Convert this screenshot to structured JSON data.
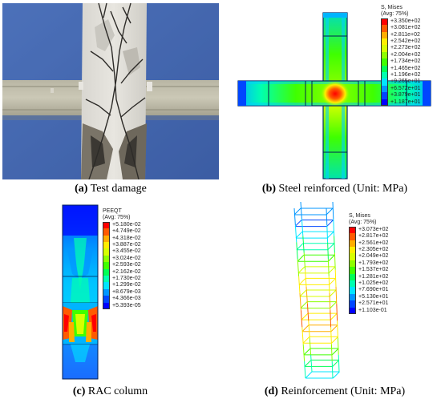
{
  "panels": [
    {
      "id": "a",
      "caption_label": "(a)",
      "caption_text": " Test damage"
    },
    {
      "id": "b",
      "caption_label": "(b)",
      "caption_text": " Steel reinforced (Unit: MPa)",
      "legend": {
        "title_lines": [
          "S, Mises",
          "(Avg: 75%)"
        ],
        "values": [
          "+3.350e+02",
          "+3.081e+02",
          "+2.811e+02",
          "+2.542e+02",
          "+2.273e+02",
          "+2.004e+02",
          "+1.734e+02",
          "+1.465e+02",
          "+1.196e+02",
          "+9.265e+01",
          "+6.572e+01",
          "+3.879e+01",
          "+1.187e+01"
        ]
      }
    },
    {
      "id": "c",
      "caption_label": "(c)",
      "caption_text": " RAC column",
      "legend": {
        "title_lines": [
          "PEEQT",
          "(Avg: 75%)"
        ],
        "values": [
          "+5.180e-02",
          "+4.749e-02",
          "+4.318e-02",
          "+3.887e-02",
          "+3.455e-02",
          "+3.024e-02",
          "+2.593e-02",
          "+2.162e-02",
          "+1.730e-02",
          "+1.299e-02",
          "+8.679e-03",
          "+4.366e-03",
          "+5.393e-05"
        ]
      }
    },
    {
      "id": "d",
      "caption_label": "(d)",
      "caption_text": " Reinforcement (Unit: MPa)",
      "legend": {
        "title_lines": [
          "S, Mises",
          "(Avg: 75%)"
        ],
        "values": [
          "+3.073e+02",
          "+2.817e+02",
          "+2.561e+02",
          "+2.305e+02",
          "+2.049e+02",
          "+1.793e+02",
          "+1.537e+02",
          "+1.281e+02",
          "+1.025e+02",
          "+7.690e+01",
          "+5.130e+01",
          "+2.571e+01",
          "+1.103e-01"
        ]
      }
    }
  ],
  "colormap": [
    "#ff0000",
    "#ff5a00",
    "#ffad00",
    "#ffee00",
    "#d7ff00",
    "#8dff00",
    "#3fff00",
    "#00ff55",
    "#00ffb0",
    "#00e5ff",
    "#0096ff",
    "#0046ff",
    "#0000ff"
  ]
}
